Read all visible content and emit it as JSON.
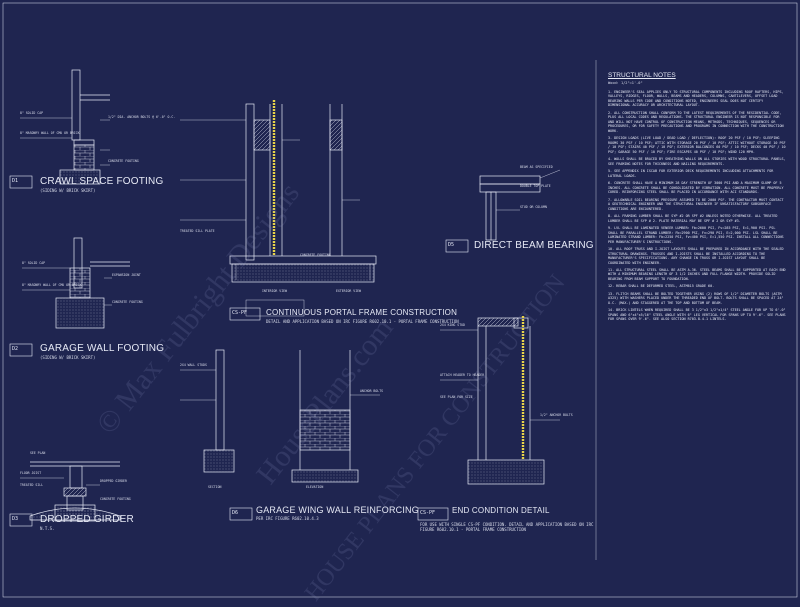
{
  "details": {
    "crawl": {
      "num": "D1",
      "title": "CRAWL SPACE FOOTING",
      "subtitle": "(SIDING W/ BRICK SKIRT)",
      "labels": [
        "8\" SOLID CAP",
        "8\" MASONRY WALL OF CMU OR BRICK",
        "CONCRETE FOOTING",
        "1/2\" DIA. ANCHOR BOLTS @ 6'-0\" O.C."
      ]
    },
    "garage_wall": {
      "num": "D2",
      "title": "GARAGE WALL FOOTING",
      "subtitle": "(SIDING W/ BRICK SKIRT)",
      "labels": [
        "8\" SOLID CAP",
        "8\" MASONRY WALL OF CMU OR BRICK",
        "EXPANSION JOINT",
        "CONCRETE FOOTING"
      ]
    },
    "girder": {
      "num": "D3",
      "title": "DROPPED GIRDER",
      "subtitle": "N.T.S.",
      "labels": [
        "SEE PLAN",
        "FLOOR JOIST",
        "TREATED SILL",
        "DROPPED GIRDER",
        "CONCRETE FOOTING"
      ]
    },
    "portal": {
      "num": "CS-PF",
      "title": "CONTINUOUS PORTAL FRAME CONSTRUCTION",
      "subtitle": "DETAIL AND APPLICATION BASED ON IRC FIGURE R602.10.1 - PORTAL FRAME CONSTRUCTION",
      "labels": [
        "INTERIOR VIEW",
        "EXTERIOR VIEW",
        "TREATED SILL PLATE",
        "CONCRETE FOOTING"
      ]
    },
    "beam": {
      "num": "D5",
      "title": "DIRECT BEAM BEARING",
      "subtitle": "",
      "labels": [
        "BEAM AS SPECIFIED",
        "DOUBLE TOP PLATE",
        "STUD OR COLUMN"
      ]
    },
    "wing": {
      "num": "D6",
      "title": "GARAGE WING WALL REINFORCING",
      "subtitle": "PER IRC FIGURE R602.10.4.3",
      "labels": [
        "SECTION",
        "ELEVATION",
        "2X4 WALL STUDS",
        "ANCHOR BOLTS"
      ]
    },
    "end": {
      "num": "CS-PF",
      "title": "END CONDITION DETAIL",
      "subtitle": "FOR USE WITH SINGLE CS-PF CONDITION. DETAIL AND APPLICATION BASED ON IRC FIGURE R602.10.1 - PORTAL FRAME CONSTRUCTION",
      "labels": [
        "2X4 KING STUD",
        "ATTACH HEADER TO HEADER",
        "SEE PLAN FOR SIZE",
        "1/2\" ANCHOR BOLTS"
      ]
    }
  },
  "notes": {
    "heading": "STRUCTURAL NOTES",
    "scale": "Wood: 1/2\"=1'-0\"",
    "items": [
      "1. ENGINEER'S SEAL APPLIES ONLY TO STRUCTURAL COMPONENTS INCLUDING ROOF RAFTERS, HIPS, VALLEYS, RIDGES, FLOOR, WALLS, BEAMS AND HEADERS, COLUMNS, CANTILEVERS, OFFSET LOAD BEARING WALLS PER CODE AND CONDITIONS NOTED, ENGINEERS SEAL DOES NOT CERTIFY DIMENSIONAL ACCURACY OR ARCHITECTURAL LAYOUT.",
      "2. ALL CONSTRUCTION SHALL CONFORM TO THE LATEST REQUIREMENTS OF THE RESIDENTIAL CODE, PLUS ALL LOCAL CODES AND REGULATIONS. THE STRUCTURAL ENGINEER IS NOT RESPONSIBLE FOR AND WILL NOT HAVE CONTROL OF CONSTRUCTION MEANS, METHODS, TECHNIQUES, SEQUENCES OR PROCEDURES, OR FOR SAFETY PRECAUTIONS AND PROGRAMS IN CONNECTION WITH THE CONSTRUCTION WORK.",
      "3. DESIGN LOADS (LIVE LOAD / DEAD LOAD / DEFLECTION): ROOF 20 PSF / 10 PSF; SLEEPING ROOMS 30 PSF / 10 PSF; ATTIC WITH STORAGE 20 PSF / 10 PSF; ATTIC WITHOUT STORAGE 10 PSF / 10 PSF; STAIRS 40 PSF / 10 PSF; EXTERIOR BALCONIES 60 PSF / 10 PSF; DECKS 40 PSF / 10 PSF; GARAGE 50 PSF / 10 PSF; FIRE ESCAPES 40 PSF / 10 PSF; WIND 120 MPH.",
      "4. WALLS SHALL BE BRACED BY SHEATHING WALLS ON ALL STORIES WITH WOOD STRUCTURAL PANELS, SEE FRAMING NOTES FOR THICKNESS AND NAILING REQUIREMENTS.",
      "5. SEE APPENDIX IN ISCAB FOR EXTERIOR DECK REQUIREMENTS INCLUDING ATTACHMENTS FOR LATERAL LOADS.",
      "6. CONCRETE SHALL HAVE A MINIMUM 28 DAY STRENGTH OF 3000 PSI AND A MAXIMUM SLUMP OF 5 INCHES. ALL CONCRETE SHALL BE CONSOLIDATED BY VIBRATION. ALL CONCRETE MUST BE PROPERLY CURED. REINFORCING STEEL SHALL BE PLACED IN ACCORDANCE WITH ACI STANDARDS.",
      "7. ALLOWABLE SOIL BEARING PRESSURE ASSUMED TO BE 2000 PSF. THE CONTRACTOR MUST CONTACT A GEOTECHNICAL ENGINEER AND THE STRUCTURAL ENGINEER IF UNSATISFACTORY SUBSURFACE CONDITIONS ARE ENCOUNTERED.",
      "8. ALL FRAMING LUMBER SHALL BE SYP #2 OR SPF #2 UNLESS NOTED OTHERWISE. ALL TREATED LUMBER SHALL BE SYP # 2. PLATE MATERIAL MAY BE SPF # 2 OR SYP #3.",
      "9. LVL SHALL BE LAMINATED VENEER LUMBER: Fb=2600 PSI, Fv=285 PSI, E=1,900 PSI. PSL SHALL BE PARALLEL STRAND LUMBER: Fb=2900 PSI, Fv=290 PSI, E=2,000 PSI. LSL SHALL BE LAMINATED STRAND LUMBER: Fb=2250 PSI, Fv=400 PSI, E=1,550 PSI. INSTALL ALL CONNECTIONS PER MANUFACTURER'S INSTRUCTIONS.",
      "10. ALL ROOF TRUSS AND I-JOIST LAYOUTS SHALL BE PREPARED IN ACCORDANCE WITH THE SEALED STRUCTURAL DRAWINGS. TRUSSES AND I-JOISTS SHALL BE INSTALLED ACCORDING TO THE MANUFACTURER'S SPECIFICATIONS. ANY CHANGE IN TRUSS OR I-JOIST LAYOUT SHALL BE COORDINATED WITH ENGINEER.",
      "11. ALL STRUCTURAL STEEL SHALL BE ASTM A-36. STEEL BEAMS SHALL BE SUPPORTED AT EACH END WITH A MINIMUM BEARING LENGTH OF 3 1/2 INCHES AND FULL FLANGE WIDTH. PROVIDE SOLID BEARING FROM BEAM SUPPORT TO FOUNDATION.",
      "12. REBAR SHALL BE DEFORMED STEEL, ASTM615 GRADE 60.",
      "13. FLITCH BEAMS SHALL BE BOLTED TOGETHER USING (2) ROWS OF 1/2\" DIAMETER BOLTS (ASTM A325) WITH WASHERS PLACED UNDER THE THREADED END OF BOLT. BOLTS SHALL BE SPACED AT 24\" O.C. (MAX.) AND STAGGERED AT THE TOP AND BOTTOM OF BEAM.",
      "14. BRICK LINTELS WHEN REQUIRED SHALL BE 3 1/2\"x3 1/2\"x1/4\" STEEL ANGLE FOR UP TO 6'-0\" SPANS AND 6\"x4\"x5/16\" STEEL ANGLE WITH 6\" LEG VERTICAL FOR SPANS UP TO 9'-6\". SEE PLANS FOR SPANS OVER 9'-6\". SEE ALSO SECTION R703.8.4.1 LINTELS."
    ]
  },
  "watermark": {
    "lines": [
      "© Max Fulbright Designs",
      "HousePlans.com",
      "HOUSE PLANS FOR CONSTRUCTION"
    ]
  },
  "colors": {
    "background": "#1f2550",
    "linework": "#e6e9f5",
    "highlight": "#e8d44a"
  }
}
